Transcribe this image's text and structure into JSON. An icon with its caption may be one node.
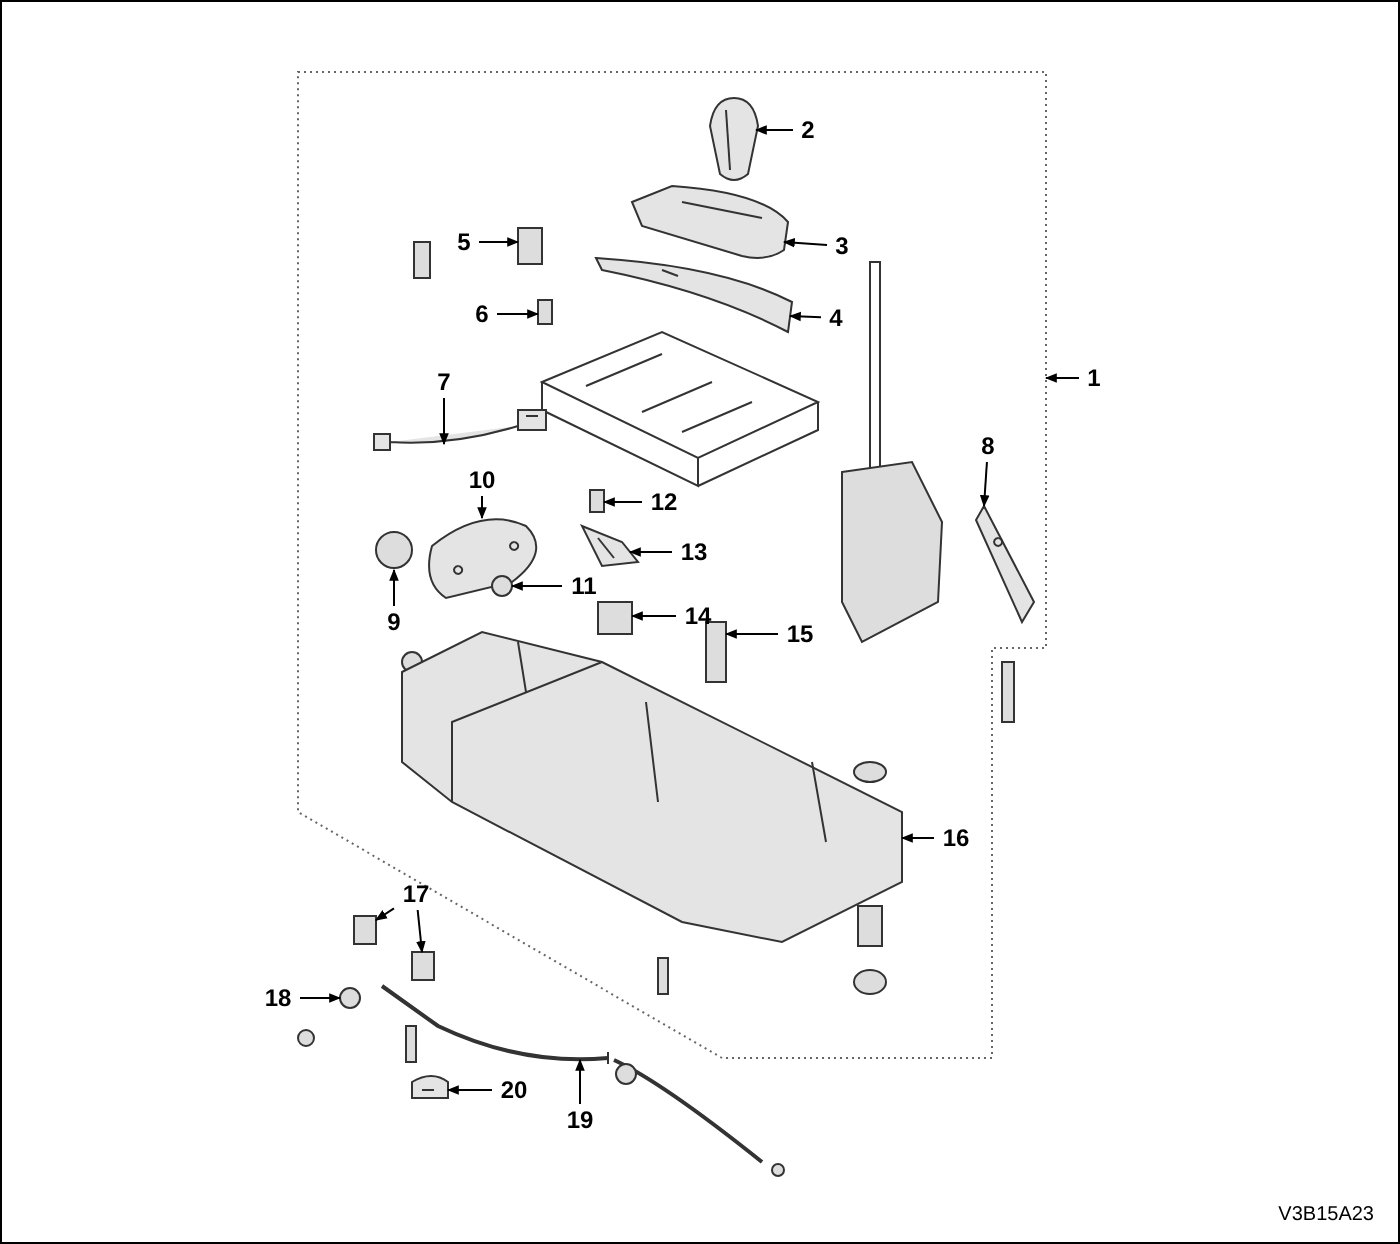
{
  "diagram": {
    "nodes": [
      {
        "text": [
          "1"
        ]
      },
      {
        "text": [
          "2"
        ]
      },
      {
        "text": [
          "3"
        ]
      },
      {
        "text": [
          "4"
        ]
      },
      {
        "text": [
          "5"
        ]
      },
      {
        "text": [
          "6"
        ]
      },
      {
        "text": [
          "7"
        ]
      },
      {
        "text": [
          "8"
        ]
      },
      {
        "text": [
          "9"
        ]
      },
      {
        "text": [
          "10"
        ]
      },
      {
        "text": [
          "11"
        ]
      },
      {
        "text": [
          "12"
        ]
      },
      {
        "text": [
          "13"
        ]
      },
      {
        "text": [
          "14"
        ]
      },
      {
        "text": [
          "15"
        ]
      },
      {
        "text": [
          "16"
        ]
      },
      {
        "text": [
          "17"
        ]
      },
      {
        "text": [
          "18"
        ]
      },
      {
        "text": [
          "19"
        ]
      },
      {
        "text": [
          "20"
        ]
      },
      {
        "text": [],
        "shape": "picture"
      },
      {
        "text": [],
        "shape": "picture"
      },
      {
        "text": [],
        "shape": "picture"
      },
      {
        "text": [],
        "shape": "box"
      },
      {
        "text": [],
        "shape": "box"
      },
      {
        "text": [],
        "shape": "picture"
      },
      {
        "text": [],
        "shape": "picture"
      },
      {
        "text": [],
        "shape": "circle"
      },
      {
        "text": [],
        "shape": "picture"
      },
      {
        "text": [],
        "shape": "circle"
      },
      {
        "text": [],
        "shape": "box"
      },
      {
        "text": [],
        "shape": "picture"
      },
      {
        "text": [],
        "shape": "box"
      },
      {
        "text": [],
        "shape": "box"
      },
      {
        "text": [],
        "shape": "picture"
      },
      {
        "text": [],
        "shape": "box"
      },
      {
        "text": [],
        "shape": "box"
      },
      {
        "text": [],
        "shape": "circle"
      },
      {
        "text": [],
        "shape": "picture"
      },
      {
        "text": [],
        "shape": "picture"
      }
    ],
    "edges": [
      {
        "from": 0,
        "to": null,
        "arrow": "to"
      },
      {
        "from": 1,
        "to": 20,
        "arrow": "to"
      },
      {
        "from": 2,
        "to": 21,
        "arrow": "to"
      },
      {
        "from": 3,
        "to": 22,
        "arrow": "to"
      },
      {
        "from": 4,
        "to": 23,
        "arrow": "to"
      },
      {
        "from": 5,
        "to": 24,
        "arrow": "to"
      },
      {
        "from": 6,
        "to": 25,
        "arrow": "to"
      },
      {
        "from": 7,
        "to": 26,
        "arrow": "to"
      },
      {
        "from": 8,
        "to": 27,
        "arrow": "to"
      },
      {
        "from": 9,
        "to": 28,
        "arrow": "to"
      },
      {
        "from": 10,
        "to": 29,
        "arrow": "to"
      },
      {
        "from": 11,
        "to": 30,
        "arrow": "to"
      },
      {
        "from": 12,
        "to": 31,
        "arrow": "to"
      },
      {
        "from": 13,
        "to": 32,
        "arrow": "to"
      },
      {
        "from": 14,
        "to": 33,
        "arrow": "to"
      },
      {
        "from": 15,
        "to": 34,
        "arrow": "to"
      },
      {
        "from": 16,
        "to": 35,
        "arrow": "to"
      },
      {
        "from": 16,
        "to": 36,
        "arrow": "to"
      },
      {
        "from": 17,
        "to": 37,
        "arrow": "to"
      },
      {
        "from": 18,
        "to": 38,
        "arrow": "to"
      },
      {
        "from": 19,
        "to": 39,
        "arrow": "to"
      }
    ],
    "labels": [
      "V3B15A23"
    ]
  }
}
